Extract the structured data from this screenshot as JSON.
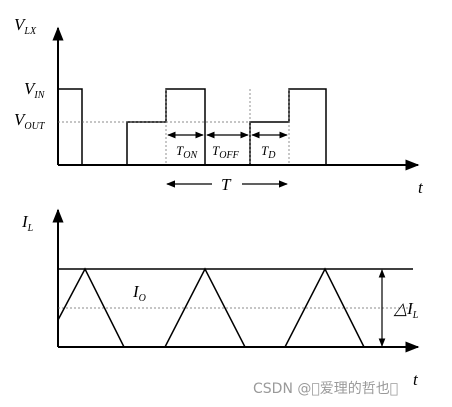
{
  "top": {
    "y_label": "V",
    "y_label_sub": "LX",
    "x_label": "t",
    "level_vin": "V",
    "level_vin_sub": "IN",
    "level_vout": "V",
    "level_vout_sub": "OUT",
    "ton": "T",
    "ton_sub": "ON",
    "toff": "T",
    "toff_sub": "OFF",
    "td": "T",
    "td_sub": "D",
    "period": "T"
  },
  "bottom": {
    "y_label": "I",
    "y_label_sub": "L",
    "x_label": "t",
    "avg": "I",
    "avg_sub": "O",
    "ripple": "△I",
    "ripple_sub": "L"
  },
  "watermark": "CSDN @\u0000爱理的哲也\u0000"
}
